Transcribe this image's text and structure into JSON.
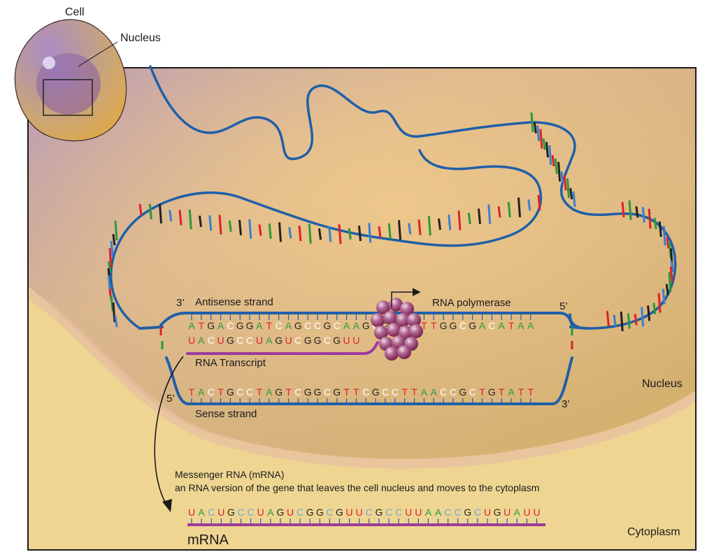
{
  "labels": {
    "cell": "Cell",
    "nucleus_inset": "Nucleus",
    "nucleus": "Nucleus",
    "cytoplasm": "Cytoplasm",
    "antisense": "Antisense strand",
    "sense": "Sense strand",
    "rna_polymerase": "RNA polymerase",
    "rna_transcript": "RNA Transcript",
    "mrna_title": "Messenger RNA (mRNA)",
    "mrna_desc": "an RNA version of the gene that leaves the cell nucleus and moves to the cytoplasm",
    "mrna": "mRNA",
    "three_prime": "3’",
    "five_prime": "5’"
  },
  "sequences": {
    "antisense": "ATGACGGATCAGCCGCAAGCGGAATTGGCGACATAA",
    "transcript": "UACUGCCUAGUCGGCGUU",
    "sense": "TACTGCCTAGTCGGCGTTCGCCTTAACCGCTGTATT",
    "mrna": "UACUGCCUAGUCGGCGUUCGCCUUAACCGCUGUAUU"
  },
  "colors": {
    "A": "#2a9a3a",
    "T": "#e0202a",
    "U": "#e0202a",
    "G": "#222222",
    "C": "#ffffff",
    "C_mrna": "#6fa8dc",
    "dna_backbone": "#1f5fa8",
    "rna_strand": "#9b3a9b",
    "polymerase": "#8c2a4e"
  }
}
